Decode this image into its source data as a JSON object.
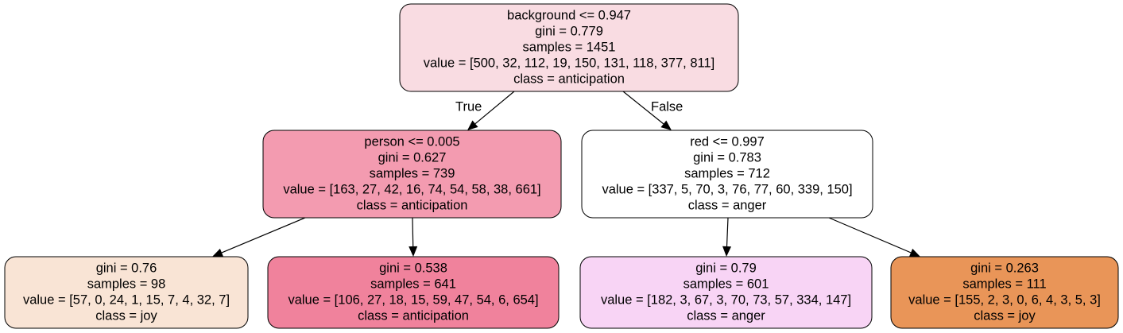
{
  "tree": {
    "nodes": [
      {
        "id": "root",
        "lines": [
          "background <= 0.947",
          "gini = 0.779",
          "samples = 1451",
          "value = [500, 32, 112, 19, 150, 131, 118, 377, 811]",
          "class = anticipation"
        ],
        "fill": "#f9dce2"
      },
      {
        "id": "left",
        "lines": [
          "person <= 0.005",
          "gini = 0.627",
          "samples = 739",
          "value = [163, 27, 42, 16, 74, 54, 58, 38, 661]",
          "class = anticipation"
        ],
        "fill": "#f39bb0"
      },
      {
        "id": "right",
        "lines": [
          "red <= 0.997",
          "gini = 0.783",
          "samples = 712",
          "value = [337, 5, 70, 3, 76, 77, 60, 339, 150]",
          "class = anger"
        ],
        "fill": "#ffffff"
      },
      {
        "id": "ll",
        "lines": [
          "gini = 0.76",
          "samples = 98",
          "value = [57, 0, 24, 1, 15, 7, 4, 32, 7]",
          "class = joy"
        ],
        "fill": "#f9e4d5"
      },
      {
        "id": "lr",
        "lines": [
          "gini = 0.538",
          "samples = 641",
          "value = [106, 27, 18, 15, 59, 47, 54, 6, 654]",
          "class = anticipation"
        ],
        "fill": "#f0829c"
      },
      {
        "id": "rl",
        "lines": [
          "gini = 0.79",
          "samples = 601",
          "value = [182, 3, 67, 3, 70, 73, 57, 334, 147]",
          "class = anger"
        ],
        "fill": "#f8d4f5"
      },
      {
        "id": "rr",
        "lines": [
          "gini = 0.263",
          "samples = 111",
          "value = [155, 2, 3, 0, 6, 4, 3, 5, 3]",
          "class = joy"
        ],
        "fill": "#e99558"
      }
    ],
    "edges": [
      {
        "from": "root",
        "to": "left",
        "label": "True"
      },
      {
        "from": "root",
        "to": "right",
        "label": "False"
      },
      {
        "from": "left",
        "to": "ll",
        "label": ""
      },
      {
        "from": "left",
        "to": "lr",
        "label": ""
      },
      {
        "from": "right",
        "to": "rl",
        "label": ""
      },
      {
        "from": "right",
        "to": "rr",
        "label": ""
      }
    ]
  }
}
